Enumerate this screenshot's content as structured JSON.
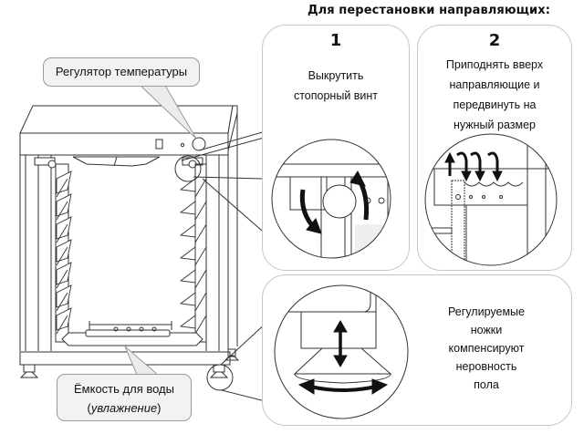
{
  "heading": "Для перестановки направляющих:",
  "callouts": {
    "temperature": "Регулятор температуры",
    "water_line1": "Ёмкость для воды",
    "water_open": "(",
    "water_italic": "увлажнение",
    "water_close": ")"
  },
  "steps": [
    {
      "number": "1",
      "lines": [
        "Выкрутить",
        "стопорный винт"
      ]
    },
    {
      "number": "2",
      "lines": [
        "Приподнять вверх",
        "направляющие и",
        "передвинуть на",
        "нужный размер"
      ]
    }
  ],
  "feet_panel": {
    "lines": [
      "Регулируемые",
      "ножки",
      "компенсируют",
      "неровность",
      "пола"
    ]
  },
  "icons": [
    "rotate-arrows-icon",
    "lift-shift-arrows-icon",
    "height-adjust-arrow-icon",
    "rotate-foot-arrow-icon"
  ]
}
